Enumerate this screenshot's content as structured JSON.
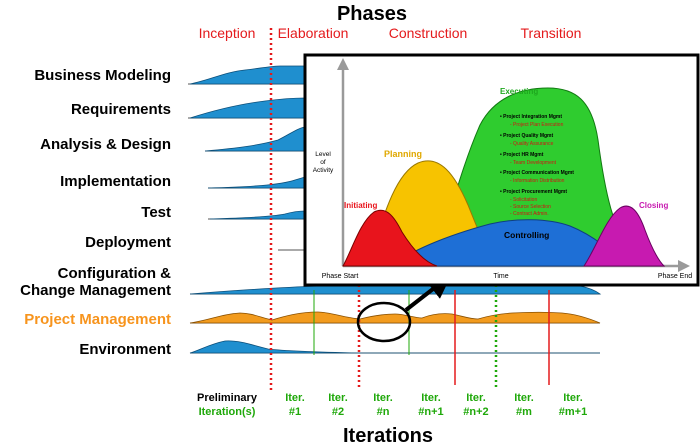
{
  "title": "Phases",
  "footer_title": "Iterations",
  "phases": [
    "Inception",
    "Elaboration",
    "Construction",
    "Transition"
  ],
  "disciplines": [
    {
      "label": "Business Modeling",
      "lines": [
        "Business Modeling"
      ]
    },
    {
      "label": "Requirements",
      "lines": [
        "Requirements"
      ]
    },
    {
      "label": "Analysis & Design",
      "lines": [
        "Analysis & Design"
      ]
    },
    {
      "label": "Implementation",
      "lines": [
        "Implementation"
      ]
    },
    {
      "label": "Test",
      "lines": [
        "Test"
      ]
    },
    {
      "label": "Deployment",
      "lines": [
        "Deployment"
      ]
    },
    {
      "label": "Configuration & Change Management",
      "lines": [
        "Configuration &",
        "Change Management"
      ]
    },
    {
      "label": "Project Management",
      "lines": [
        "Project Management"
      ],
      "highlight": true
    },
    {
      "label": "Environment",
      "lines": [
        "Environment"
      ]
    }
  ],
  "iterations": [
    {
      "lines": [
        "Preliminary",
        "Iteration(s)"
      ]
    },
    {
      "lines": [
        "Iter.",
        "#1"
      ]
    },
    {
      "lines": [
        "Iter.",
        "#2"
      ]
    },
    {
      "lines": [
        "Iter.",
        "#n"
      ]
    },
    {
      "lines": [
        "Iter.",
        "#n+1"
      ]
    },
    {
      "lines": [
        "Iter.",
        "#n+2"
      ]
    },
    {
      "lines": [
        "Iter.",
        "#m"
      ]
    },
    {
      "lines": [
        "Iter.",
        "#m+1"
      ]
    }
  ],
  "inset": {
    "y_axis_label": [
      "Level",
      "of",
      "Activity"
    ],
    "x_start": "Phase Start",
    "x_mid": "Time",
    "x_end": "Phase End",
    "groups": {
      "initiating": "Initiating",
      "planning": "Planning",
      "executing": "Executing",
      "controlling": "Controlling",
      "closing": "Closing"
    },
    "executing_items": [
      {
        "head": "• Project Integration Mgmt",
        "sub": [
          "- Project Plan Execution"
        ]
      },
      {
        "head": "• Project Quality Mgmt",
        "sub": [
          "- Quality Assurance"
        ]
      },
      {
        "head": "• Project HR Mgmt",
        "sub": [
          "- Team Development"
        ]
      },
      {
        "head": "• Project Communication Mgmt",
        "sub": [
          "- Information Distribution"
        ]
      },
      {
        "head": "• Project Procurement Mgmt",
        "sub": [
          "- Solicitation",
          "- Source Selection",
          "- Contract Admin."
        ]
      }
    ]
  },
  "colors": {
    "phase": "#e41a1c",
    "highlight": "#f7941d",
    "iteration": "#1fa80a",
    "blue_hump": "#1f8fcf",
    "orange_hump": "#f29b1e",
    "initiating": "#e8141c",
    "planning": "#f7c300",
    "executing": "#2fcc2f",
    "controlling": "#1e6fd6",
    "closing": "#c71ab0"
  }
}
